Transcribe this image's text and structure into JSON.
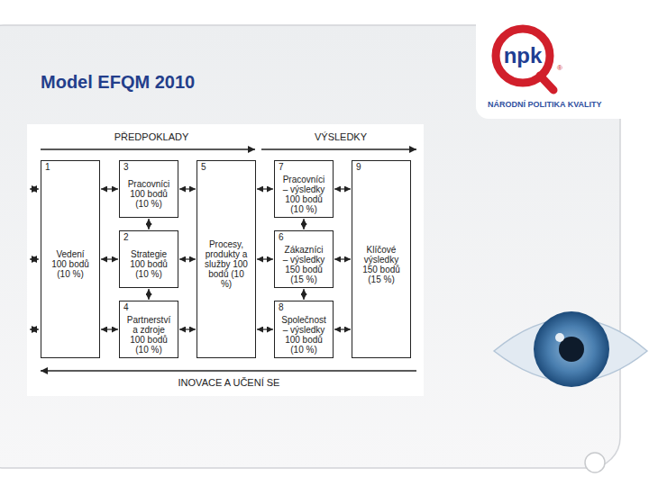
{
  "diagram": {
    "title": "Model EFQM 2010",
    "nodes": [
      {
        "text": [
          "1",
          "Vedení 100 bodů (10 %)"
        ]
      },
      {
        "text": [
          "3",
          "Pracovníci 100 bodů (10 %)"
        ]
      },
      {
        "text": [
          "2",
          "Strategie 100 bodů (10 %)"
        ]
      },
      {
        "text": [
          "4",
          "Partnerství a zdroje 100 bodů (10 %)"
        ]
      },
      {
        "text": [
          "5",
          "Procesy, produkty a služby 100 bodů (10 %)"
        ]
      },
      {
        "text": [
          "7",
          "Pracovníci – výsledky 100 bodů (10 %)"
        ]
      },
      {
        "text": [
          "6",
          "Zákazníci – výsledky 150 bodů (15 %)"
        ]
      },
      {
        "text": [
          "8",
          "Společnost – výsledky 100 bodů (10 %)"
        ]
      },
      {
        "text": [
          "9",
          "Klíčové výsledky 150 bodů (15 %)"
        ]
      }
    ],
    "edges": [
      {
        "from": 0,
        "to": 1,
        "arrow": "both"
      },
      {
        "from": 0,
        "to": 2,
        "arrow": "both"
      },
      {
        "from": 0,
        "to": 3,
        "arrow": "both"
      },
      {
        "from": 1,
        "to": 4,
        "arrow": "both"
      },
      {
        "from": 2,
        "to": 4,
        "arrow": "both"
      },
      {
        "from": 3,
        "to": 4,
        "arrow": "both"
      },
      {
        "from": 4,
        "to": 5,
        "arrow": "both"
      },
      {
        "from": 4,
        "to": 6,
        "arrow": "both"
      },
      {
        "from": 4,
        "to": 7,
        "arrow": "both"
      },
      {
        "from": 5,
        "to": 8,
        "arrow": "both"
      },
      {
        "from": 6,
        "to": 8,
        "arrow": "both"
      },
      {
        "from": 7,
        "to": 8,
        "arrow": "both"
      },
      {
        "from": 1,
        "to": 2,
        "arrow": "both"
      },
      {
        "from": 2,
        "to": 3,
        "arrow": "both"
      },
      {
        "from": 5,
        "to": 6,
        "arrow": "both"
      },
      {
        "from": 6,
        "to": 7,
        "arrow": "both"
      }
    ],
    "labels": [
      "PŘEDPOKLADY",
      "VÝSLEDKY",
      "INOVACE A UČENÍ SE",
      "npk",
      "®",
      "NÁRODNÍ POLITIKA KVALITY"
    ]
  }
}
